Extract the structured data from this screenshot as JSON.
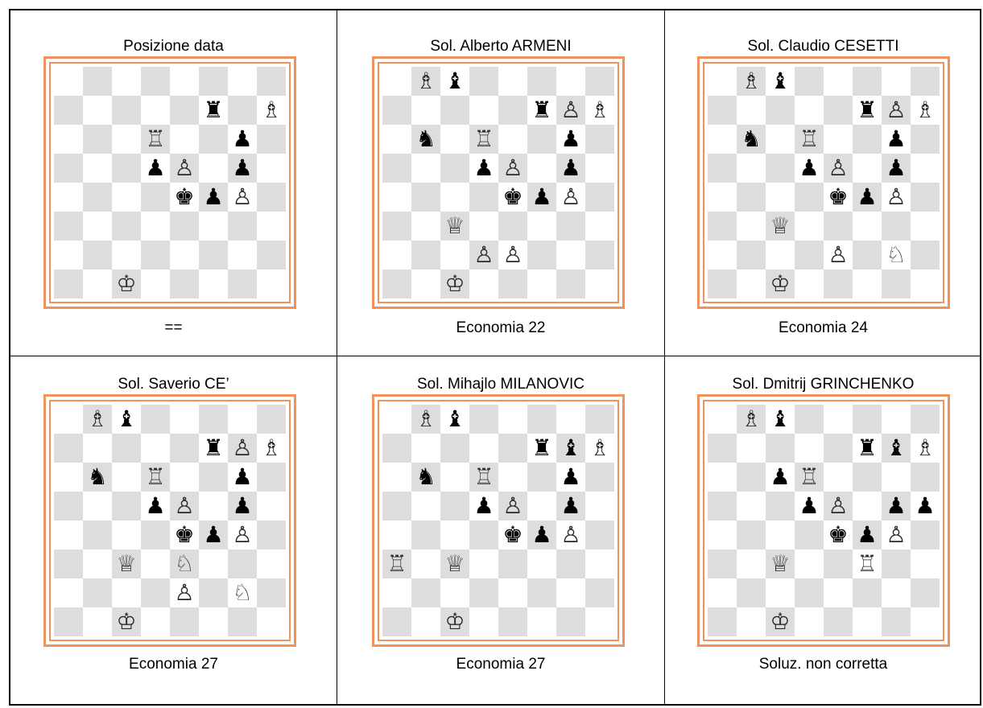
{
  "colors": {
    "frame": "#f0925b",
    "dark_square": "#dddddd",
    "light_square": "#ffffff"
  },
  "piece_names": {
    "K": "white-king-icon",
    "Q": "white-queen-icon",
    "R": "white-rook-icon",
    "B": "white-bishop-icon",
    "N": "white-knight-icon",
    "P": "white-pawn-icon",
    "k": "black-king-icon",
    "q": "black-queen-icon",
    "r": "black-rook-icon",
    "b": "black-bishop-icon",
    "n": "black-knight-icon",
    "p": "black-pawn-icon"
  },
  "diagrams": [
    {
      "title": "Posizione data",
      "caption": "==",
      "rows": [
        "........",
        ".....r.B",
        "...R..p.",
        "...pP.p.",
        "....kpP.",
        "........",
        "........",
        "..K....."
      ]
    },
    {
      "title": "Sol.  Alberto ARMENI",
      "caption": "Economia  22",
      "rows": [
        ".Bb.....",
        ".....rPB",
        ".n.R..p.",
        "...pP.p.",
        "....kpP.",
        "..Q.....",
        "...PP...",
        "..K....."
      ]
    },
    {
      "title": "Sol. Claudio CESETTI",
      "caption": "Economia 24",
      "rows": [
        ".Bb.....",
        ".....rPB",
        ".n.R..p.",
        "...pP.p.",
        "....kpP.",
        "..Q.....",
        "....P.N.",
        "..K....."
      ]
    },
    {
      "title": "Sol. Saverio CE’",
      "caption": "Economia 27",
      "rows": [
        ".Bb.....",
        ".....rPB",
        ".n.R..p.",
        "...pP.p.",
        "....kpP.",
        "..Q.N...",
        "....P.N.",
        "..K....."
      ]
    },
    {
      "title": "Sol. Mihajlo MILANOVIC",
      "caption": "Economia 27",
      "rows": [
        ".Bb.....",
        ".....rbB",
        ".n.R..p.",
        "...pP.p.",
        "....kpP.",
        "R.Q.....",
        "........",
        "..K....."
      ]
    },
    {
      "title": "Sol. Dmitrij GRINCHENKO",
      "caption": "Soluz. non corretta",
      "rows": [
        ".Bb.....",
        ".....rbB",
        "..pR....",
        "...pP.pp",
        "....kpP.",
        "..Q..R..",
        "........",
        "..K....."
      ]
    }
  ]
}
